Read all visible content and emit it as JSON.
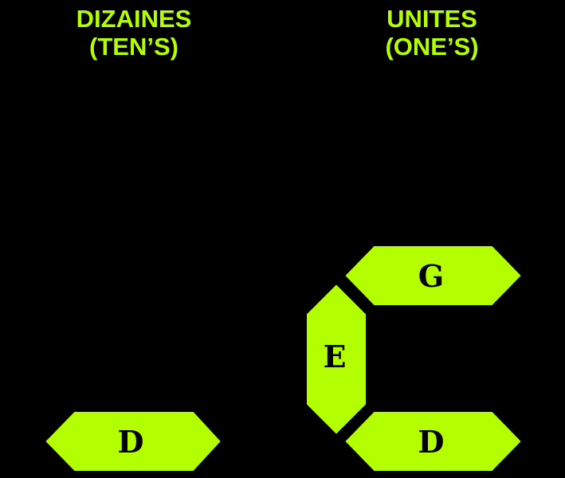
{
  "colors": {
    "background": "#000000",
    "segment_fill": "#b4fe02",
    "segment_stroke": "#000000",
    "heading_text": "#b4fe02",
    "label_text": "#000000"
  },
  "tens": {
    "heading_line1": "DIZAINES",
    "heading_line2": "(TEN’S)",
    "segments": [
      {
        "id": "D",
        "label": "D"
      }
    ]
  },
  "ones": {
    "heading_line1": "UNITES",
    "heading_line2": "(ONE’S)",
    "segments": [
      {
        "id": "G",
        "label": "G"
      },
      {
        "id": "E",
        "label": "E"
      },
      {
        "id": "D",
        "label": "D"
      }
    ]
  }
}
